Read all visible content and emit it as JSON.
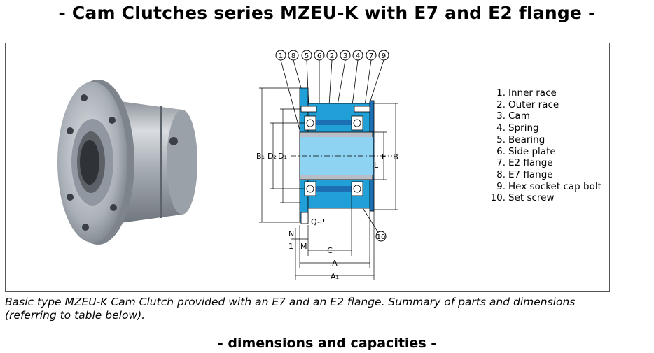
{
  "title": "- Cam Clutches series MZEU-K with E7 and E2 flange -",
  "figure": {
    "callouts_top": [
      "1",
      "8",
      "5",
      "6",
      "2",
      "3",
      "4",
      "7",
      "9"
    ],
    "callout_bottom": "10",
    "dimension_labels": {
      "B1": "B₁",
      "D2": "D₂",
      "D1": "D₁",
      "F": "F",
      "B": "B",
      "L": "L",
      "QP": "Q-P",
      "N": "N",
      "one": "1",
      "M": "M",
      "C": "C",
      "A": "A",
      "A1": "A₁"
    }
  },
  "parts": [
    {
      "num": "1.",
      "label": "Inner race"
    },
    {
      "num": "2.",
      "label": "Outer race"
    },
    {
      "num": "3.",
      "label": "Cam"
    },
    {
      "num": "4.",
      "label": "Spring"
    },
    {
      "num": "5.",
      "label": "Bearing"
    },
    {
      "num": "6.",
      "label": "Side plate"
    },
    {
      "num": "7.",
      "label": "E2 flange"
    },
    {
      "num": "8.",
      "label": "E7 flange"
    },
    {
      "num": "9.",
      "label": "Hex socket cap bolt"
    },
    {
      "num": "10.",
      "label": "Set screw"
    }
  ],
  "caption": "Basic type MZEU-K Cam Clutch provided with an E7 and an E2 flange. Summary of parts and dimensions (referring to table below).",
  "subtitle": "- dimensions and capacities -",
  "colors": {
    "part_blue": "#21a0d8",
    "light_blue": "#8fd3f2",
    "dark_blue": "#1d6fb3",
    "metal": "#b8bec6"
  }
}
